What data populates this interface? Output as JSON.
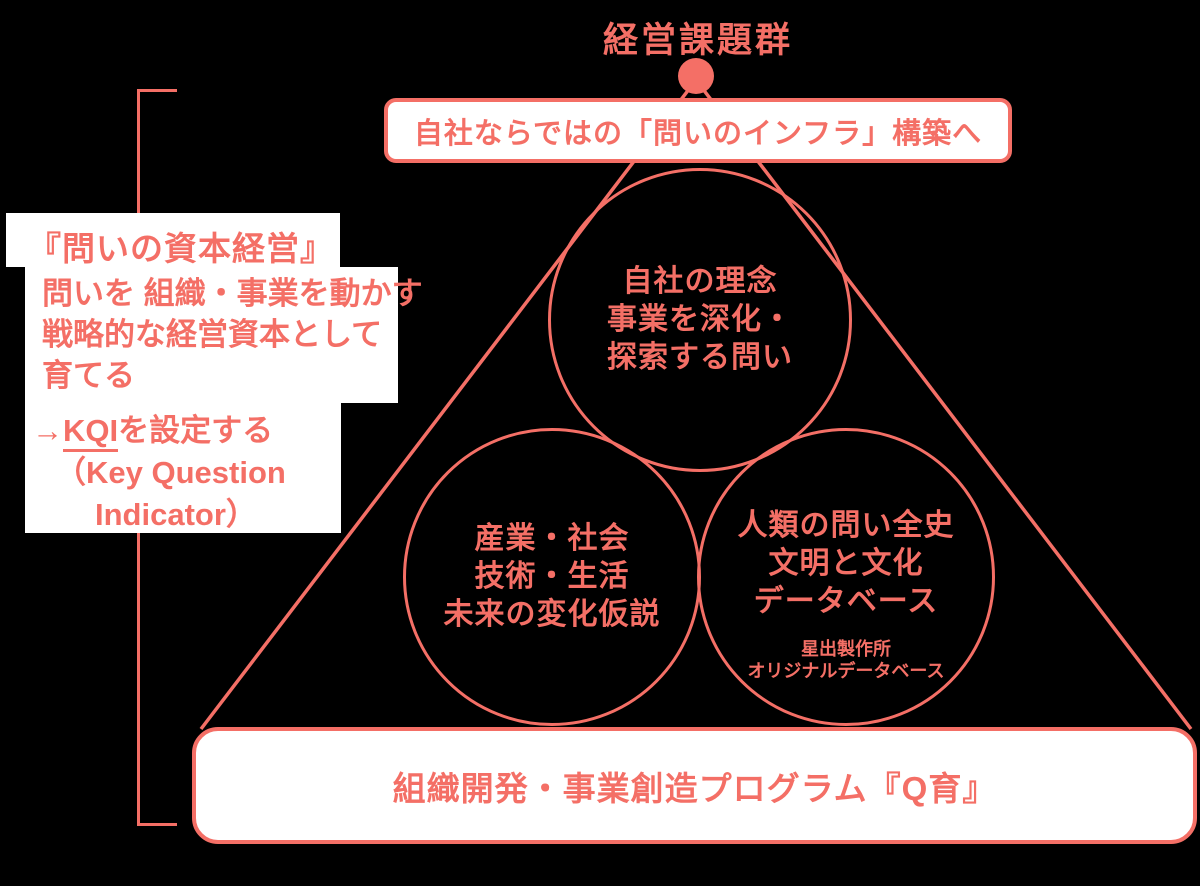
{
  "colors": {
    "accent": "#F46F66",
    "background": "#000000",
    "box_fill": "#FFFFFF"
  },
  "header": {
    "title": "経営課題群"
  },
  "top_box": {
    "label": "自社ならではの「問いのインフラ」構築へ"
  },
  "left_panel": {
    "title": "『問いの資本経営』",
    "body_lines": [
      "問いを 組織・事業を動かす",
      "戦略的な経営資本として",
      "育てる"
    ],
    "kqi": {
      "arrow": "→",
      "term": "KQI",
      "rest": "を設定する",
      "sub1": "（Key Question",
      "sub2": "Indicator）"
    }
  },
  "triangle": {
    "circles": {
      "top": {
        "lines": [
          "自社の理念",
          "事業を深化・",
          "探索する問い"
        ]
      },
      "left": {
        "lines": [
          "産業・社会",
          "技術・生活",
          "未来の変化仮説"
        ]
      },
      "right": {
        "lines": [
          "人類の問い全史",
          "文明と文化",
          "データベース"
        ],
        "note_lines": [
          "星出製作所",
          "オリジナルデータベース"
        ]
      }
    }
  },
  "bottom_box": {
    "label": "組織開発・事業創造プログラム『Q育』"
  }
}
